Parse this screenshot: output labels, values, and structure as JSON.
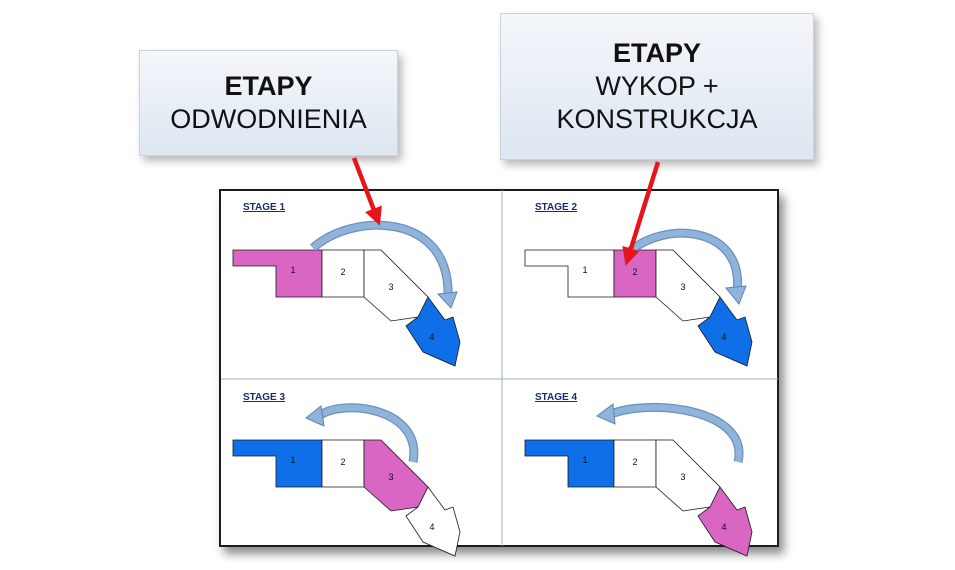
{
  "callouts": {
    "dewatering": {
      "title": "ETAPY",
      "subtitle": "ODWODNIENIA"
    },
    "excavation": {
      "title": "ETAPY",
      "line2": "WYKOP +",
      "line3": "KONSTRUKCJA"
    }
  },
  "stages": [
    {
      "label": "STAGE 1",
      "sections": [
        "1",
        "2",
        "3",
        "4"
      ]
    },
    {
      "label": "STAGE 2",
      "sections": [
        "1",
        "2",
        "3",
        "4"
      ]
    },
    {
      "label": "STAGE 3",
      "sections": [
        "1",
        "2",
        "3",
        "4"
      ]
    },
    {
      "label": "STAGE 4",
      "sections": [
        "1",
        "2",
        "3",
        "4"
      ]
    }
  ],
  "colors": {
    "dewatering": "#0f6fe8",
    "construction": "#d966c2",
    "empty": "#ffffff",
    "outline": "#1a1a1a",
    "curved_arrow": "#8fb4dc",
    "pointer_arrow": "#e8141b",
    "stage_label": "#1a2c6b"
  },
  "icons": {
    "pointer": "red-pointer-arrow-icon",
    "cycle": "curved-arrow-icon"
  }
}
